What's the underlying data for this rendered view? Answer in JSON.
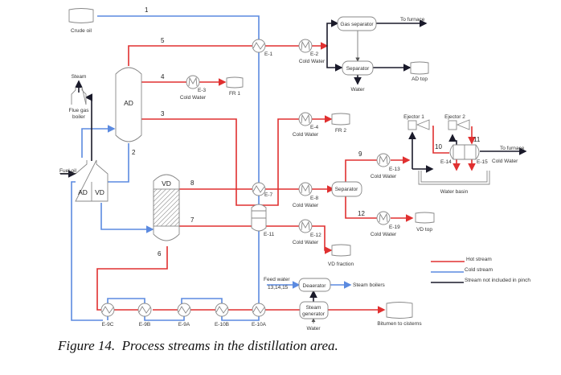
{
  "figure": {
    "caption": "Figure 14.  Process streams in the distillation area."
  },
  "colors": {
    "hot_stream": "#e03030",
    "cold_stream": "#5b8ae0",
    "not_in_pinch": "#1a1a2a",
    "equipment": "#888888"
  },
  "tanks": {
    "crude_oil": "Crude oil",
    "fr1": "FR 1",
    "fr2": "FR 2",
    "ad_top": "AD top",
    "vd_top": "VD top",
    "vd_fraction": "VD fraction",
    "bitumen": "Bitumen to cisterns"
  },
  "columns": {
    "ad": "AD",
    "vd": "VD"
  },
  "furnace": {
    "ad": "AD",
    "vd": "VD",
    "fuel_oil": "Fuel oil"
  },
  "boiler": {
    "name_line1": "Flue gas",
    "name_line2": "boiler",
    "steam": "Steam"
  },
  "units": {
    "gas_separator": "Gas separator",
    "separator_top": "Separator",
    "separator_vd": "Separator",
    "deaerator": "Deaerator",
    "steam_gen_line1": "Steam",
    "steam_gen_line2": "generator",
    "ejector1": "Ejector 1",
    "ejector2": "Ejector 2",
    "water_basin": "Water basin"
  },
  "outlets": {
    "to_furnace_top": "To furnace",
    "to_furnace_right": "To furnace",
    "water_top": "Water",
    "water_bottom": "Water",
    "steam_boilers": "Steam boilers",
    "feed_water": "Feed water",
    "feed_streams": "13,14,15",
    "cold_water_e15": "Cold Water"
  },
  "exchangers": {
    "e1": "E-1",
    "e2": "E-2",
    "e3": "E-3",
    "e4": "E-4",
    "e7": "E-7",
    "e8": "E-8",
    "e11": "E-11",
    "e12": "E-12",
    "e13": "E-13",
    "e14": "E-14",
    "e15": "E-15",
    "e19": "E-19",
    "e9c": "E-9C",
    "e9b": "E-9B",
    "e9a": "E-9A",
    "e10b": "E-10B",
    "e10a": "E-10A",
    "cold_water": "Cold Water"
  },
  "streams": {
    "s1": "1",
    "s2": "2",
    "s3": "3",
    "s4": "4",
    "s5": "5",
    "s6": "6",
    "s7": "7",
    "s8": "8",
    "s9": "9",
    "s10": "10",
    "s11": "11",
    "s12": "12"
  },
  "legend": {
    "items": [
      {
        "label": "Hot stream",
        "type": "hot"
      },
      {
        "label": "Cold stream",
        "type": "cold"
      },
      {
        "label": "Stream not included in pinch",
        "type": "black"
      }
    ]
  }
}
